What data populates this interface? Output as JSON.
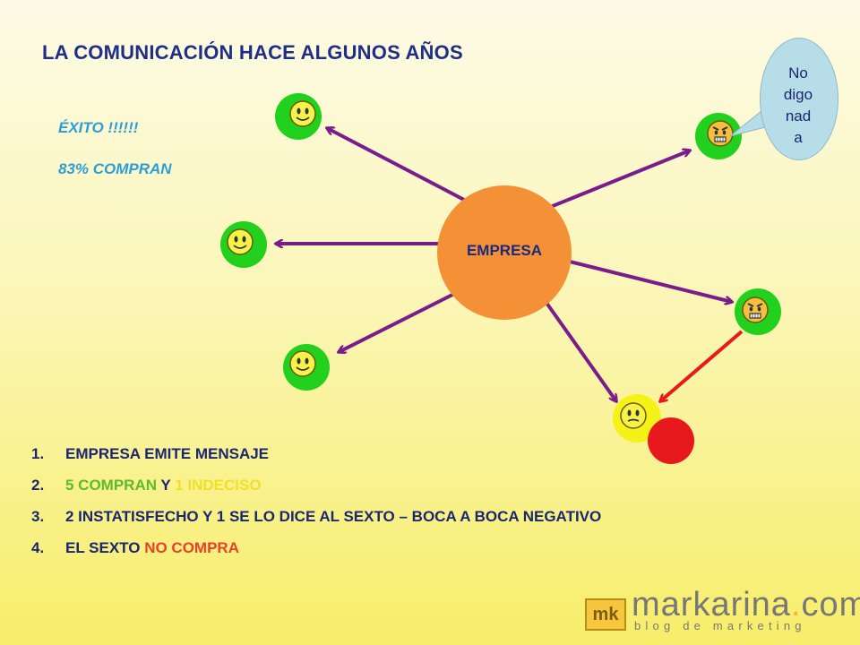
{
  "title": "LA COMUNICACIÓN HACE ALGUNOS AÑOS",
  "exito": "ÉXITO !!!!!!",
  "compran_pct": "83% COMPRAN",
  "center": "EMPRESA",
  "callout": [
    "No",
    "digo",
    "nad",
    "a"
  ],
  "list": {
    "item1": {
      "num": "1.",
      "text": "EMPRESA EMITE MENSAJE"
    },
    "item2": {
      "num": "2.",
      "a": " 5 COMPRAN",
      "b": " Y ",
      "c": "1 INDECISO"
    },
    "item3": {
      "num": "3.",
      "text": "2 INSTATISFECHO Y 1 SE LO DICE AL SEXTO – BOCA A BOCA NEGATIVO"
    },
    "item4": {
      "num": "4.",
      "a": "EL SEXTO ",
      "b": "NO COMPRA"
    }
  },
  "logo": {
    "box": "mk",
    "name": "markarina",
    "dot": ".",
    "tld": "com",
    "tagline": "blog de marketing"
  },
  "colors": {
    "title": "#1f2f86",
    "accent_text": "#2b9ed8",
    "center": "#f49035",
    "node_green": "#22d11d",
    "node_yellow": "#f5f218",
    "node_red": "#e8191c",
    "arrow_purple": "#7a1d8c",
    "arrow_red": "#e8191c"
  },
  "icons": [
    "smiley-happy-icon",
    "smiley-angry-icon",
    "smiley-doubtful-icon"
  ]
}
